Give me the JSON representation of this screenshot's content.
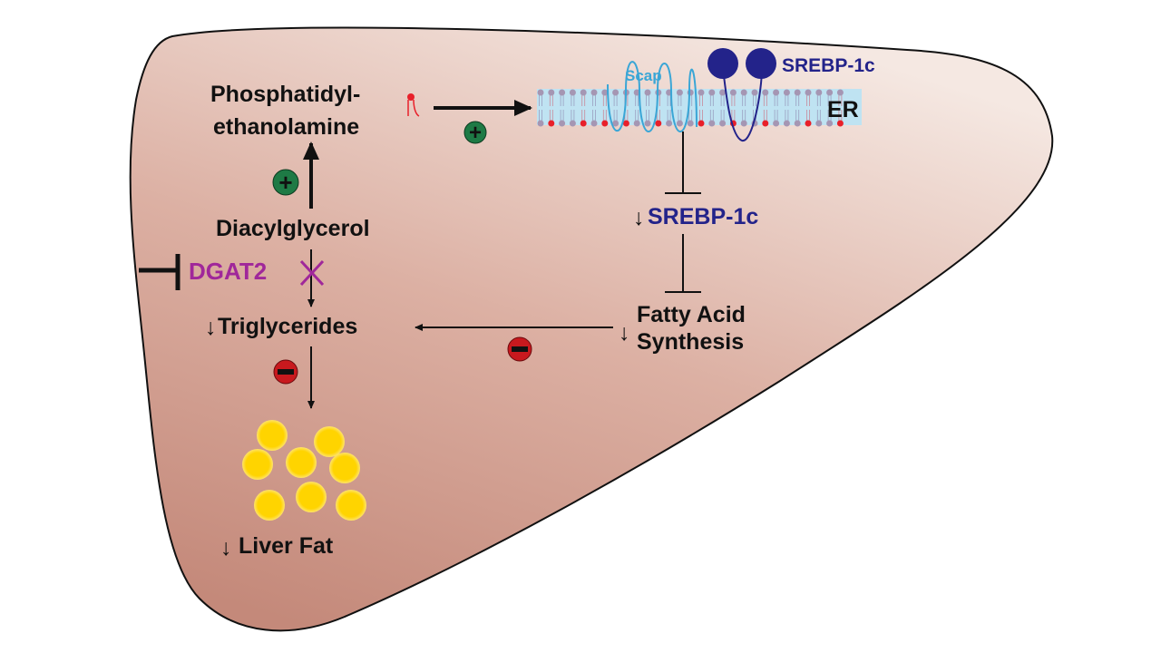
{
  "labels": {
    "pe_line1": "Phosphatidyl-",
    "pe_line2": "ethanolamine",
    "dag": "Diacylglycerol",
    "dgat2": "DGAT2",
    "tg": "Triglycerides",
    "liver_fat": "Liver Fat",
    "srebp_top": "SREBP-1c",
    "scap": "Scap",
    "er": "ER",
    "srebp_mid": "SREBP-1c",
    "fas_line1": "Fatty Acid",
    "fas_line2": "Synthesis",
    "plus": "+",
    "minus": "−",
    "down_arrow": "↓"
  },
  "colors": {
    "liver_fill_top": "#f3e3dc",
    "liver_fill_bottom": "#c8907f",
    "srebp": "#23238a",
    "scap": "#3aa6d6",
    "dgat2": "#a0279a",
    "plus": "#1e7a45",
    "minus": "#c8191e",
    "fat": "#ffd400",
    "membrane": "#bfe3f2"
  }
}
